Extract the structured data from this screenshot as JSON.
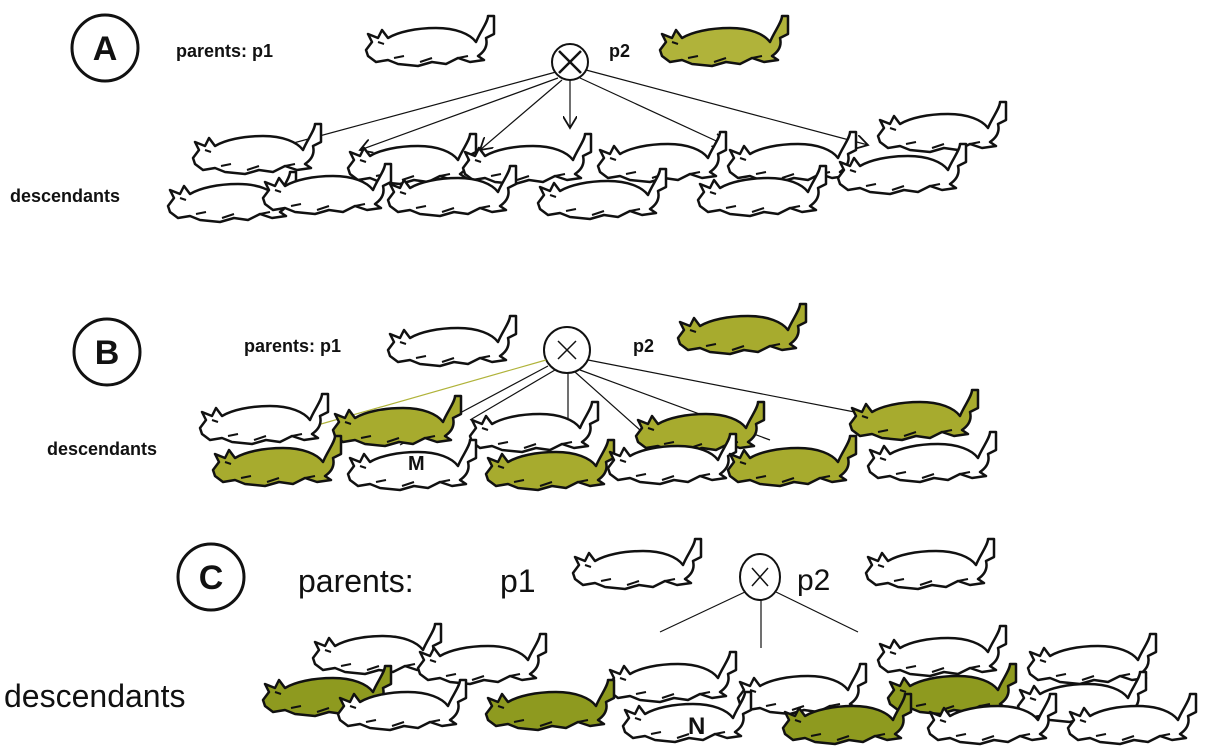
{
  "colors": {
    "green": "#b0b33a",
    "green_dark": "#8e9a1f",
    "white": "#ffffff",
    "ink": "#111111"
  },
  "panels": [
    {
      "id": "A",
      "letter": "A",
      "parents_label": "parents: p1",
      "p2_label": "p2",
      "descendants_label": "descendants",
      "offspring_marker": ""
    },
    {
      "id": "B",
      "letter": "B",
      "parents_label": "parents: p1",
      "p2_label": "p2",
      "descendants_label": "descendants",
      "offspring_marker": "M"
    },
    {
      "id": "C",
      "letter": "C",
      "parents_label": "parents:",
      "p1_label": "p1",
      "p2_label": "p2",
      "descendants_label": "descendants",
      "offspring_marker": "N"
    }
  ],
  "cross_symbol": "icon-cross-circle"
}
